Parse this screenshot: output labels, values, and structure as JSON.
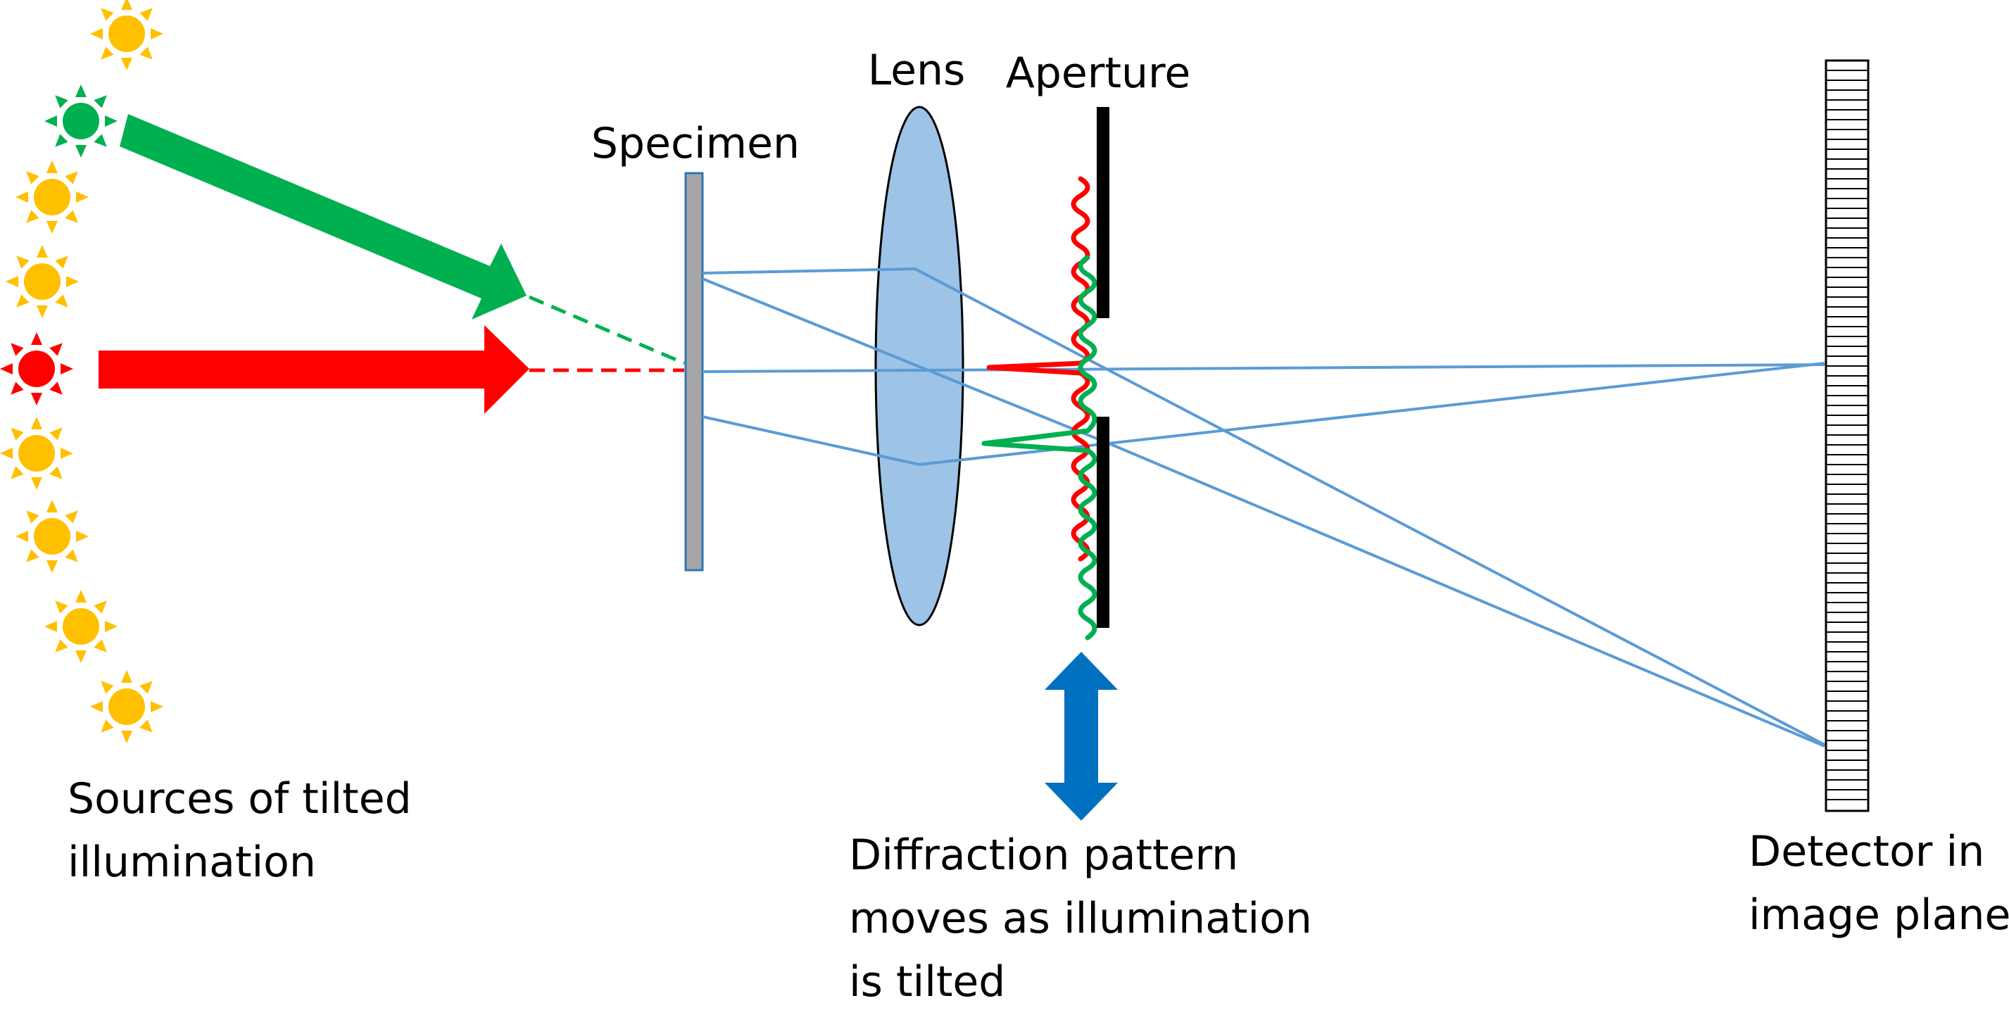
{
  "labels": {
    "lens": "Lens",
    "aperture": "Aperture",
    "specimen": "Specimen",
    "sources": [
      "Sources of tilted",
      "illumination"
    ],
    "diffraction": [
      "Diffraction pattern",
      "moves as illumination",
      "is tilted"
    ],
    "detector": [
      "Detector in",
      "image plane"
    ]
  },
  "colors": {
    "sun_default": "#FFC000",
    "sun_tilted": "#00B050",
    "sun_axial": "#FF0000",
    "green_beam": "#00B050",
    "red_beam": "#FF0000",
    "ray": "#5B9BD5",
    "lens_fill": "#9DC3E6",
    "specimen_fill": "#A6A6A6",
    "specimen_edge": "#2E75B6",
    "aperture": "#000000",
    "motion_arrow": "#0070C0"
  },
  "icons": {
    "source": "sun-icon",
    "motion": "double-arrow-icon"
  }
}
